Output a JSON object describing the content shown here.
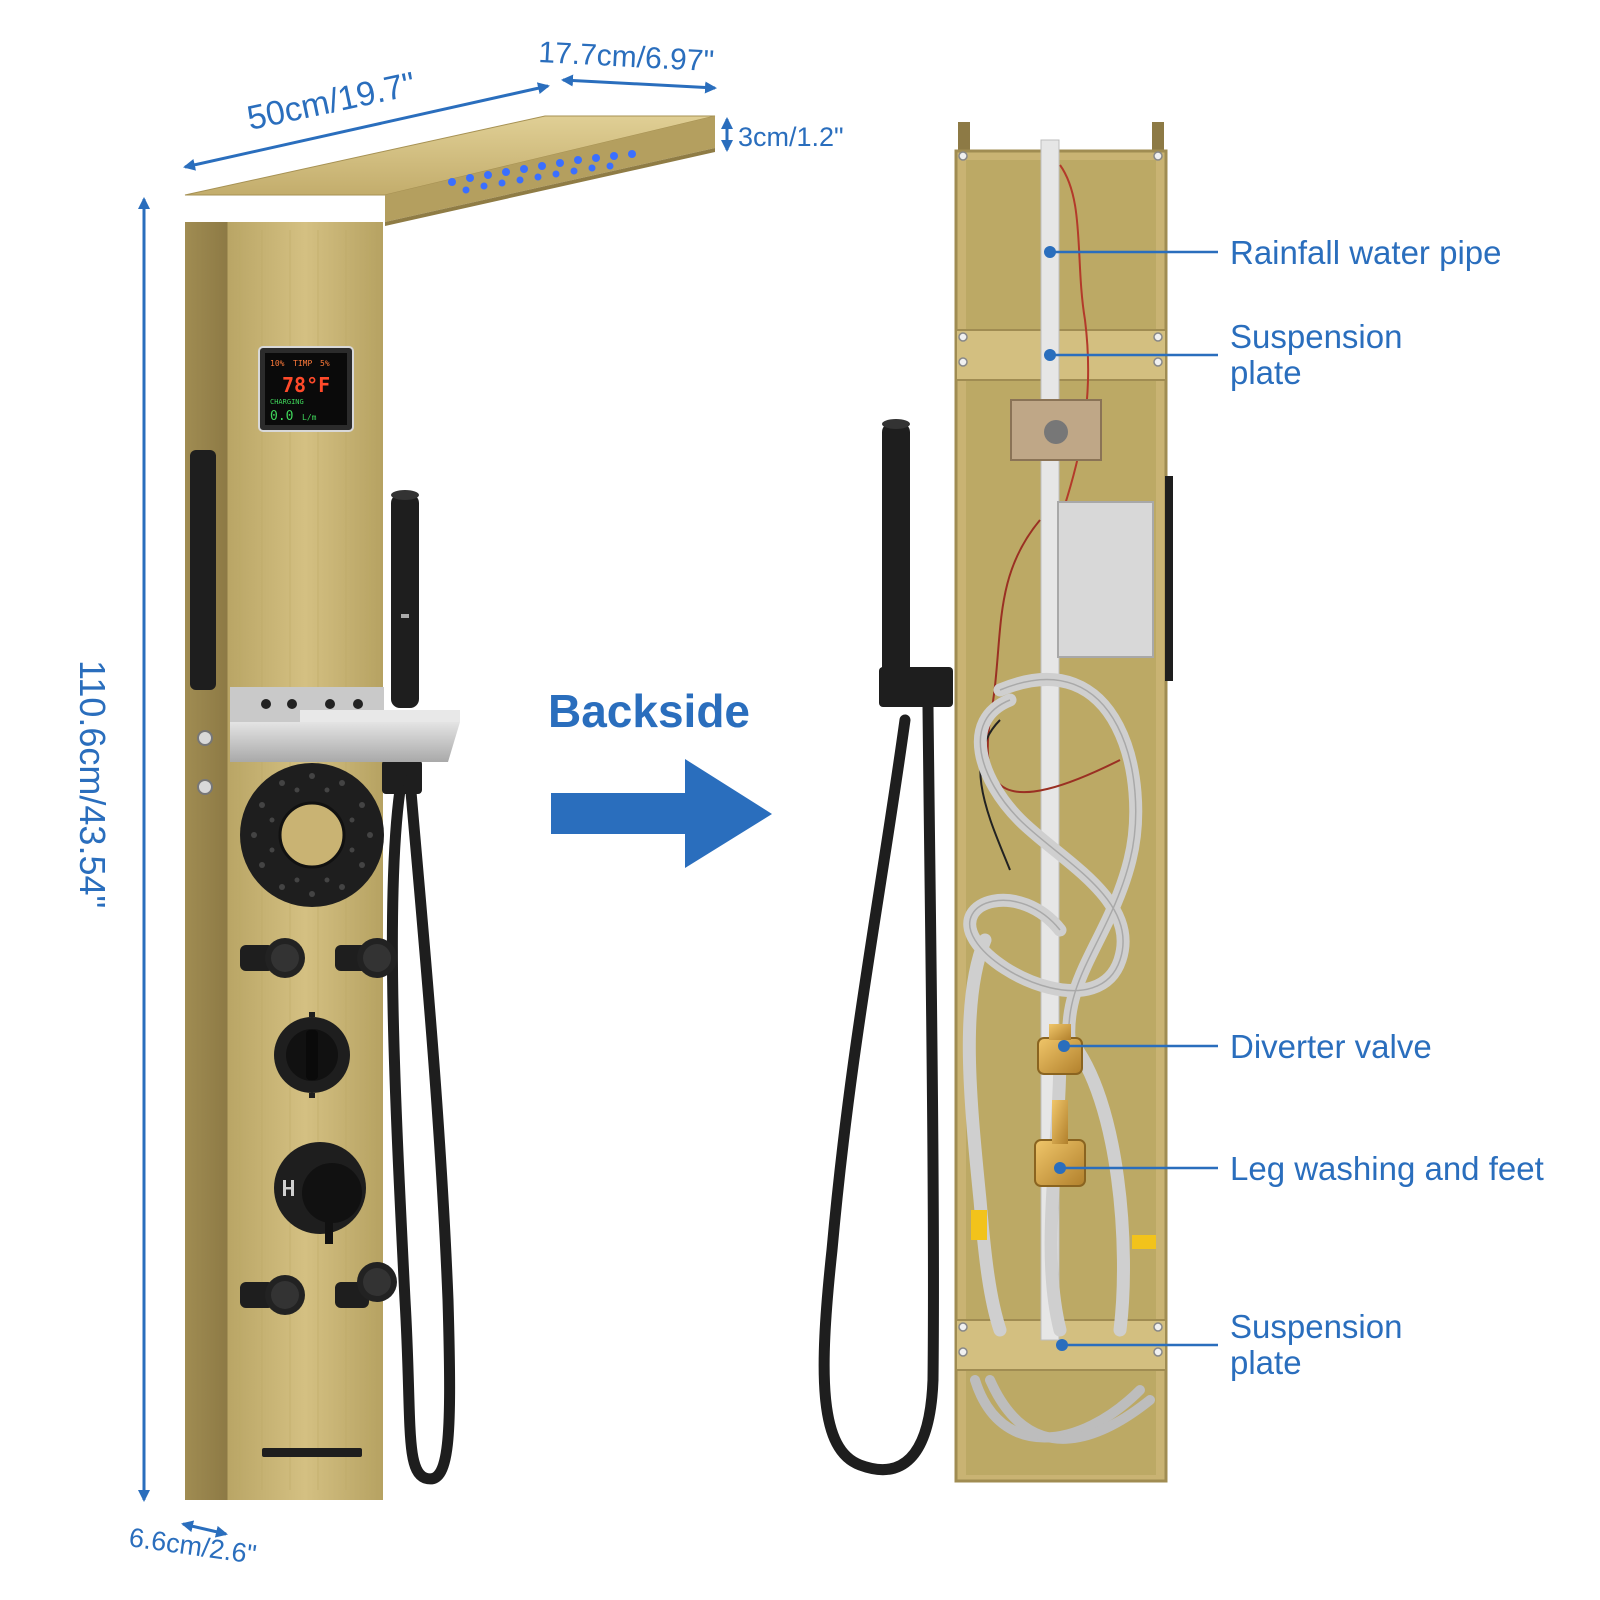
{
  "colors": {
    "accent": "#2a6ebd",
    "panel_gold": "#c9b373",
    "panel_gold_dark": "#a8945a",
    "fixture_black": "#1e1e1e",
    "led_blue": "#3a6fff"
  },
  "dimensions": {
    "length": "50cm/19.7\"",
    "depth_top": "17.7cm/6.97\"",
    "thickness": "3cm/1.2\"",
    "height": "110.6cm/43.54\"",
    "width_bottom": "6.6cm/2.6\""
  },
  "center_label": "Backside",
  "callouts": {
    "rainfall_pipe": "Rainfall water pipe",
    "suspension_top_1": "Suspension",
    "suspension_top_2": "plate",
    "diverter": "Diverter valve",
    "leg_washing": "Leg washing and feet",
    "suspension_bottom_1": "Suspension",
    "suspension_bottom_2": "plate"
  },
  "display": {
    "temperature": "78°F",
    "top_left": "10%",
    "top_mid": "TIMP",
    "top_right": "5%",
    "subtitle": "CHARGING",
    "flow": "0.0",
    "flow_unit": "L/m"
  },
  "icons": [
    "right-arrow-icon",
    "shower-mode-icon",
    "hot-label-icon"
  ]
}
